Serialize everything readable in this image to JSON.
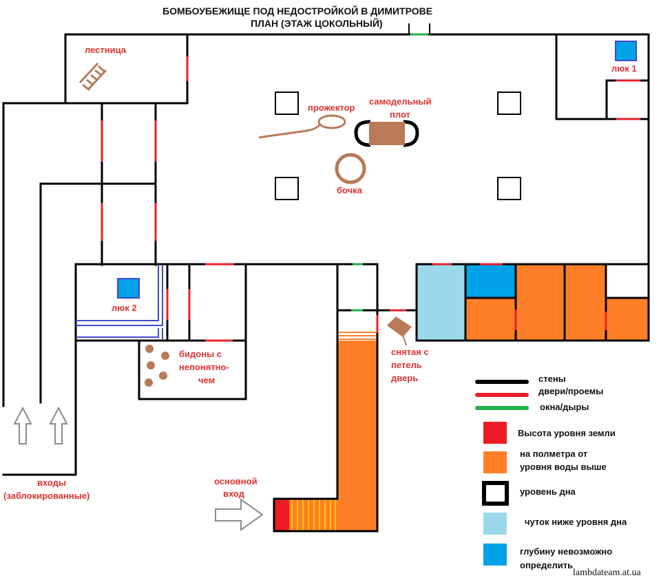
{
  "title": {
    "line1": "БОМБОУБЕЖИЩЕ ПОД НЕДОСТРОЙКОЙ В ДИМИТРОВЕ",
    "line2": "ПЛАН (ЭТАЖ ЦОКОЛЬНЫЙ)"
  },
  "labels": {
    "stairs": "лестница",
    "hatch1": "люк 1",
    "hatch2": "люк 2",
    "projector": "прожектор",
    "raft_1": "самодельный",
    "raft_2": "плот",
    "barrel": "бочка",
    "cans_1": "бидоны с",
    "cans_2": "непонятно-",
    "cans_3": "чем",
    "door_1": "снятая с",
    "door_2": "петель",
    "door_3": "дверь",
    "main_entry_1": "основной",
    "main_entry_2": "вход",
    "entries_1": "входы",
    "entries_2": "(заблокированные)"
  },
  "legend": [
    {
      "key": "walls",
      "text": "стены",
      "color": "#000000"
    },
    {
      "key": "doors",
      "text": "двери/проемы",
      "color": "#e8202a"
    },
    {
      "key": "windows",
      "text": "окна/дыры",
      "color": "#22b14c"
    },
    {
      "key": "ground",
      "text": "Высота уровня земли",
      "color": "#ed1c24"
    },
    {
      "key": "half_meter",
      "text_1": "на полметра от",
      "text_2": "уровня воды выше",
      "color": "#ff7f27"
    },
    {
      "key": "bottom",
      "text": "уровень дна",
      "color": "#000000"
    },
    {
      "key": "below_bottom",
      "text": "чуток ниже уровня дна",
      "color": "#99d9ea"
    },
    {
      "key": "unknown_depth",
      "text_1": "глубину невозможно",
      "text_2": "определить",
      "color": "#00a2e8"
    }
  ],
  "watermark": "lambdateam.at.ua",
  "colors": {
    "wall": "#000000",
    "door": "#e8202a",
    "window": "#22b14c",
    "orange": "#ff7f27",
    "light_blue": "#99d9ea",
    "blue": "#00a2e8",
    "red": "#ed1c24",
    "brown": "#b97a57",
    "pipe": "#3f48cc"
  }
}
